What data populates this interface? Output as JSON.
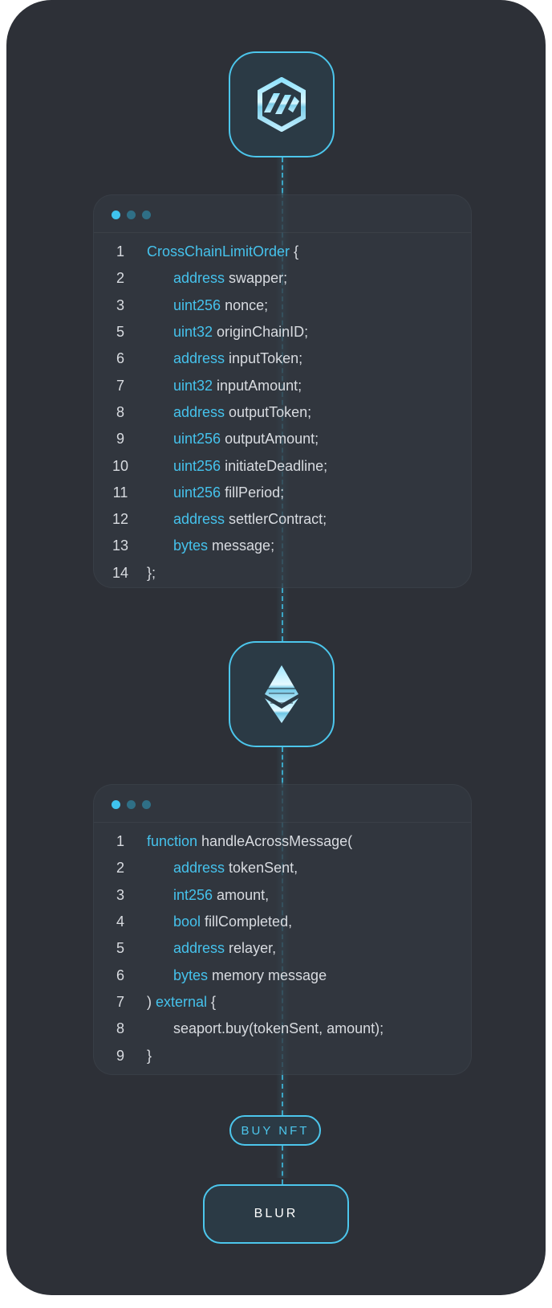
{
  "colors": {
    "background": "#2d3037",
    "accent": "#45c2ec",
    "text": "#d8dbe0"
  },
  "top_icon": "across-protocol-logo-icon",
  "middle_icon": "ethereum-logo-icon",
  "order_panel": {
    "lines": [
      {
        "n": "1",
        "indent": false,
        "kw": "CrossChainLimitOrder",
        "rest": " {"
      },
      {
        "n": "2",
        "indent": true,
        "kw": "address",
        "rest": " swapper;"
      },
      {
        "n": "3",
        "indent": true,
        "kw": "uint256",
        "rest": " nonce;"
      },
      {
        "n": "5",
        "indent": true,
        "kw": "uint32",
        "rest": " originChainID;"
      },
      {
        "n": "6",
        "indent": true,
        "kw": "address",
        "rest": " inputToken;"
      },
      {
        "n": "7",
        "indent": true,
        "kw": "uint32",
        "rest": " inputAmount;"
      },
      {
        "n": "8",
        "indent": true,
        "kw": "address",
        "rest": " outputToken;"
      },
      {
        "n": "9",
        "indent": true,
        "kw": "uint256",
        "rest": " outputAmount;"
      },
      {
        "n": "10",
        "indent": true,
        "kw": "uint256",
        "rest": " initiateDeadline;"
      },
      {
        "n": "11",
        "indent": true,
        "kw": "uint256",
        "rest": " fillPeriod;"
      },
      {
        "n": "12",
        "indent": true,
        "kw": "address",
        "rest": " settlerContract;"
      },
      {
        "n": "13",
        "indent": true,
        "kw": "bytes",
        "rest": " message;"
      },
      {
        "n": "14",
        "indent": false,
        "kw": "",
        "rest": "};"
      }
    ]
  },
  "handler_panel": {
    "lines": [
      {
        "n": "1",
        "indent": false,
        "pre": "",
        "kw": "function",
        "rest": " handleAcrossMessage("
      },
      {
        "n": "2",
        "indent": true,
        "pre": "",
        "kw": "address",
        "rest": " tokenSent,"
      },
      {
        "n": "3",
        "indent": true,
        "pre": "",
        "kw": "int256",
        "rest": " amount,"
      },
      {
        "n": "4",
        "indent": true,
        "pre": "",
        "kw": "bool",
        "rest": " fillCompleted,"
      },
      {
        "n": "5",
        "indent": true,
        "pre": "",
        "kw": "address",
        "rest": " relayer,"
      },
      {
        "n": "6",
        "indent": true,
        "pre": "",
        "kw": "bytes",
        "rest": " memory message"
      },
      {
        "n": "7",
        "indent": false,
        "pre": ") ",
        "kw": "external",
        "rest": " {"
      },
      {
        "n": "8",
        "indent": true,
        "pre": "",
        "kw": "",
        "rest": "seaport.buy(tokenSent, amount);"
      },
      {
        "n": "9",
        "indent": false,
        "pre": "",
        "kw": "",
        "rest": "}"
      }
    ]
  },
  "buy_label": "BUY NFT",
  "blur_label": "BLUR"
}
